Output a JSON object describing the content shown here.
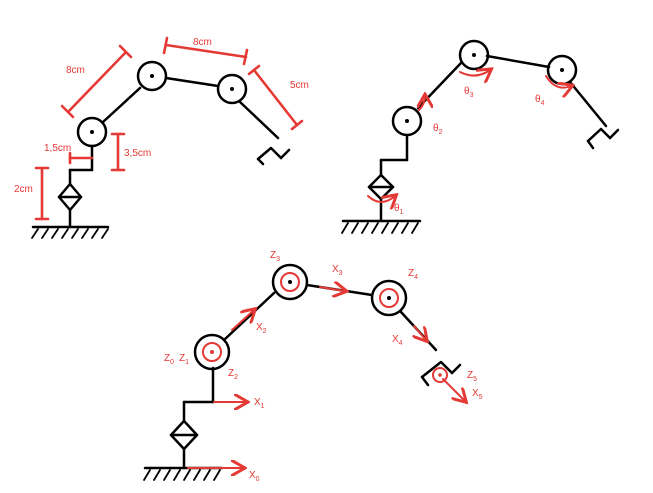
{
  "diagram_1": {
    "dimensions": [
      "8cm",
      "8cm",
      "5cm",
      "1,5cm",
      "3,5cm",
      "2cm"
    ]
  },
  "diagram_2": {
    "angles": [
      {
        "base": "θ",
        "sub": "1"
      },
      {
        "base": "θ",
        "sub": "2"
      },
      {
        "base": "θ",
        "sub": "3"
      },
      {
        "base": "θ",
        "sub": "4"
      }
    ]
  },
  "diagram_3": {
    "frames": [
      {
        "base": "Z",
        "sub": "0"
      },
      {
        "base": "Z",
        "sub": "1"
      },
      {
        "base": "Z",
        "sub": "2"
      },
      {
        "base": "Z",
        "sub": "3"
      },
      {
        "base": "Z",
        "sub": "4"
      },
      {
        "base": "Z",
        "sub": "5"
      },
      {
        "base": "X",
        "sub": "0"
      },
      {
        "base": "X",
        "sub": "1"
      },
      {
        "base": "X",
        "sub": "2"
      },
      {
        "base": "X",
        "sub": "3"
      },
      {
        "base": "X",
        "sub": "4"
      },
      {
        "base": "X",
        "sub": "5"
      }
    ]
  },
  "colors": {
    "ink": "#000000",
    "annotation": "#e53935"
  }
}
